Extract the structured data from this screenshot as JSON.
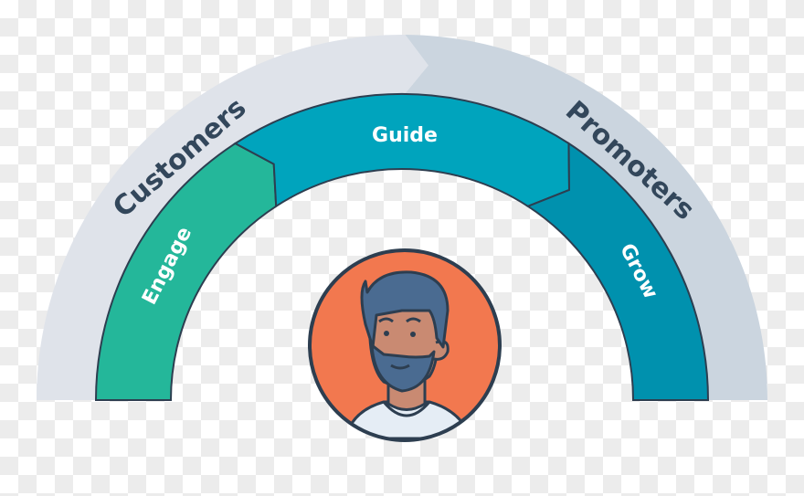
{
  "outer_ring": {
    "left_label": "Customers",
    "right_label": "Promoters",
    "left_color": "#dfe3ea",
    "right_color": "#cbd5df"
  },
  "stages": [
    {
      "label": "Engage",
      "color": "#24b79a"
    },
    {
      "label": "Guide",
      "color": "#00a4bd"
    },
    {
      "label": "Grow",
      "color": "#0091ae"
    }
  ],
  "outline_color": "#2d3e50",
  "avatar": {
    "icon": "bearded-man-avatar",
    "background": "#f2784f"
  }
}
